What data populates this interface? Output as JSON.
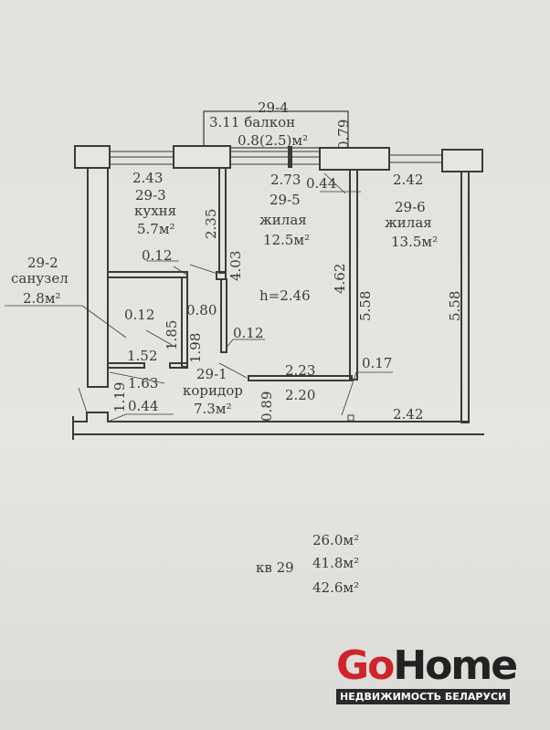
{
  "plan": {
    "balcony": {
      "id": "29-4",
      "width": "3.11",
      "name": "балкон",
      "area": "0.8(2.5)м²",
      "depth": "0.79"
    },
    "kitchen": {
      "width": "2.43",
      "id": "29-3",
      "name": "кухня",
      "area": "5.7м²",
      "length": "2.35",
      "thk": "0.12"
    },
    "room5": {
      "id": "29-5",
      "name": "жилая",
      "area": "12.5м²",
      "width": "2.73",
      "pier": "0.44",
      "length": "4.03",
      "length2": "4.62",
      "height": "h=2.46",
      "thk": "0.12",
      "corr_w1": "2.23",
      "corr_w2": "2.20",
      "thk2": "0.17"
    },
    "room6": {
      "id": "29-6",
      "name": "жилая",
      "area": "13.5м²",
      "width": "2.42",
      "length": "5.58",
      "length2": "5.58",
      "width_bottom": "2.42"
    },
    "bathroom": {
      "id": "29-2",
      "name": "санузел",
      "area": "2.8м²",
      "thk": "0.12",
      "d1": "1.85",
      "d2": "1.52"
    },
    "corridor": {
      "id": "29-1",
      "name": "коридор",
      "area": "7.3м²",
      "d080": "0.80",
      "d198": "1.98",
      "d163": "1.63",
      "d119": "1.19",
      "d044": "0.44",
      "d089": "0.89"
    }
  },
  "summary": {
    "label": "кв 29",
    "living": "26.0м²",
    "total": "41.8м²",
    "total_all": "42.6м²"
  },
  "logo": {
    "go": "Go",
    "home": "Home",
    "tagline": "НЕДВИЖИМОСТЬ БЕЛАРУСИ"
  }
}
